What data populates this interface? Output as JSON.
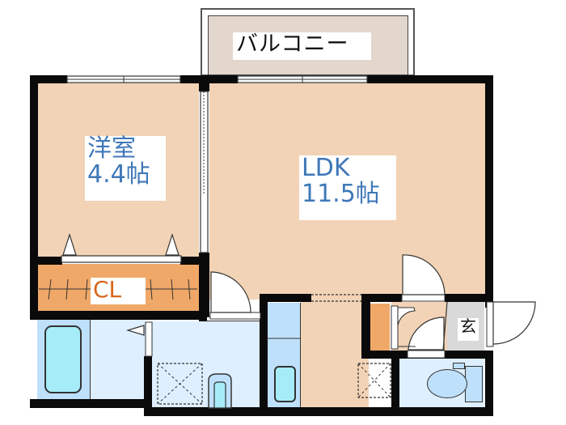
{
  "floorplan": {
    "balcony": {
      "label": "バルコニー",
      "fill": "#e2d6cd"
    },
    "western_room": {
      "name": "洋室",
      "size": "4.4帖",
      "fill": "#f2d3b6",
      "text_color": "#3f78b8"
    },
    "closet": {
      "label": "CL",
      "fill": "#f0a868",
      "text_color": "#d9661a"
    },
    "ldk": {
      "name": "LDK",
      "size": "11.5帖",
      "fill": "#f2d3b6",
      "text_color": "#3f78b8"
    },
    "entrance": {
      "label": "玄",
      "fill": "#d9d9d9"
    },
    "wet_area_fill": "#deefff",
    "fixture_fill": "#a6ecf8",
    "fixture_frame_fill": "#bfe0fb",
    "wall_color": "#0a0a0a"
  }
}
